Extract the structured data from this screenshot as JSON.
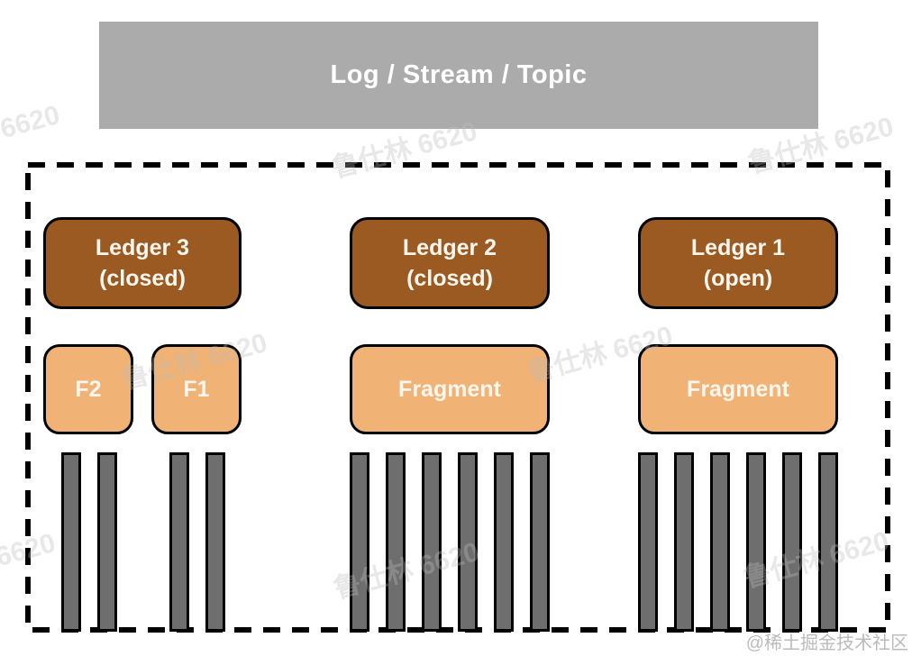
{
  "header": {
    "title": "Log / Stream / Topic"
  },
  "colors": {
    "banner_bg": "#ababab",
    "ledger_bg": "#9a5a22",
    "fragment_bg": "#f0b275",
    "bar_fill": "#6e6e6e",
    "outline": "#000000",
    "label_text": "#fbf6ee",
    "watermark_text": "#bebebe"
  },
  "diagram": {
    "boundary_style": "dashed rectangle enclosing ledgers, fragments and entry bars",
    "columns": [
      {
        "ledger": {
          "line1": "Ledger 3",
          "line2": "(closed)",
          "state": "closed"
        },
        "fragments": [
          {
            "label": "F2",
            "bar_count": 2
          },
          {
            "label": "F1",
            "bar_count": 2
          }
        ]
      },
      {
        "ledger": {
          "line1": "Ledger 2",
          "line2": "(closed)",
          "state": "closed"
        },
        "fragments": [
          {
            "label": "Fragment",
            "bar_count": 6
          }
        ]
      },
      {
        "ledger": {
          "line1": "Ledger 1",
          "line2": "(open)",
          "state": "open"
        },
        "fragments": [
          {
            "label": "Fragment",
            "bar_count": 6
          }
        ]
      }
    ]
  },
  "watermarks": {
    "text": "鲁仕林 6620",
    "attribution": "@稀土掘金技术社区"
  }
}
